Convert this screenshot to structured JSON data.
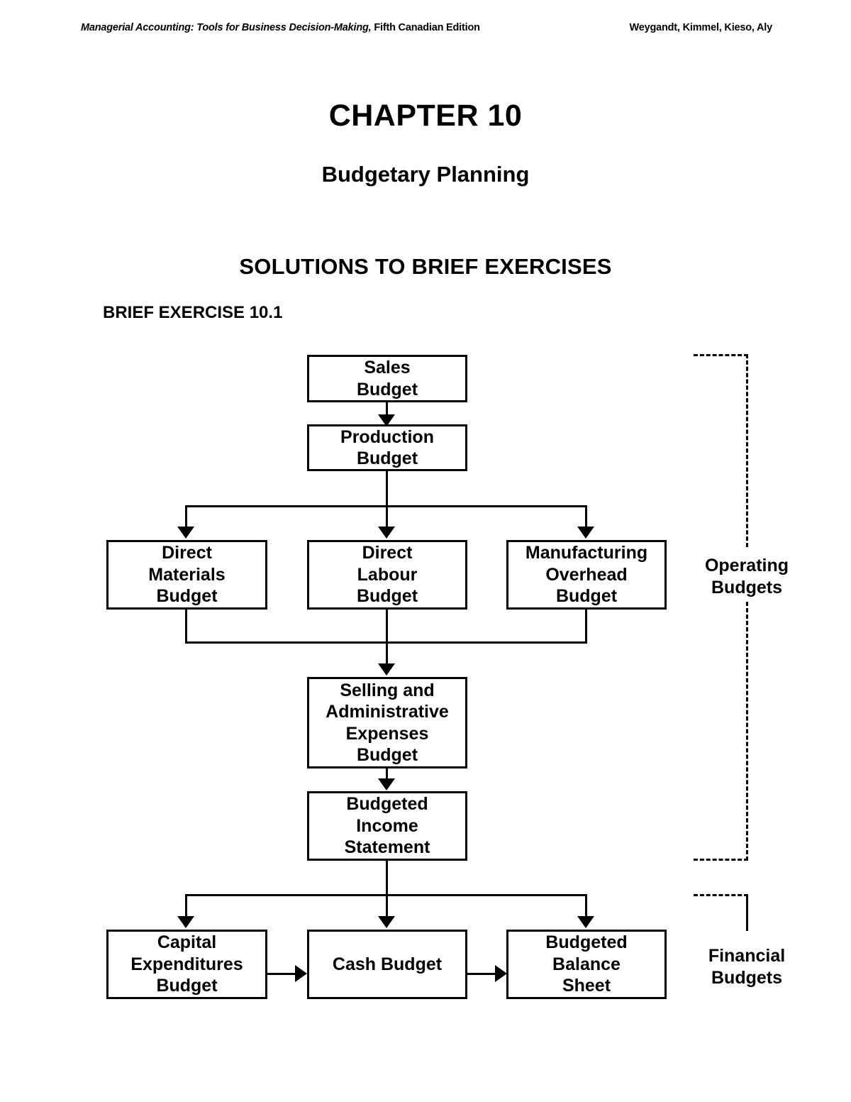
{
  "running_head": {
    "book_title": "Managerial Accounting: Tools for Business Decision-Making,",
    "edition": " Fifth Canadian Edition",
    "authors": "Weygandt, Kimmel, Kieso, Aly"
  },
  "headings": {
    "chapter": "CHAPTER 10",
    "chapter_subtitle": "Budgetary Planning",
    "section": "SOLUTIONS TO BRIEF EXERCISES",
    "exercise": "BRIEF EXERCISE 10.1"
  },
  "diagram": {
    "nodes": {
      "sales_budget": "Sales\nBudget",
      "production_budget": "Production\nBudget",
      "direct_materials_budget": "Direct\nMaterials\nBudget",
      "direct_labour_budget": "Direct\nLabour\nBudget",
      "manufacturing_overhead_budget": "Manufacturing\nOverhead\nBudget",
      "selling_admin_budget": "Selling and\nAdministrative\nExpenses\nBudget",
      "budgeted_income_statement": "Budgeted\nIncome\nStatement",
      "capital_expenditures_budget": "Capital\nExpenditures\nBudget",
      "cash_budget": "Cash Budget",
      "budgeted_balance_sheet": "Budgeted\nBalance\nSheet"
    },
    "groups": {
      "operating": "Operating\nBudgets",
      "financial": "Financial\nBudgets"
    },
    "line_color": "#000000",
    "background_color": "#ffffff"
  }
}
